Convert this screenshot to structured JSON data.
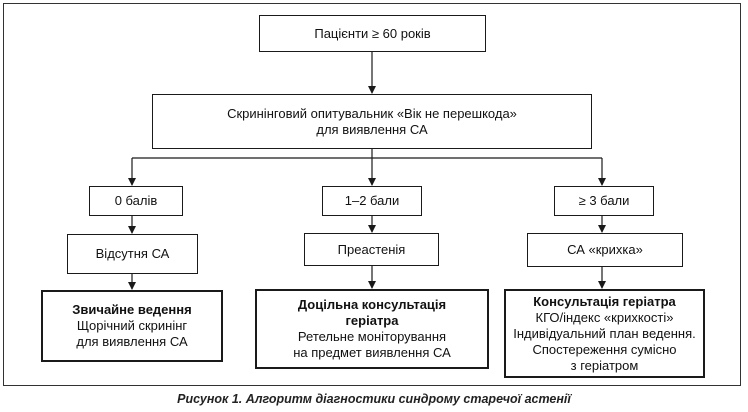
{
  "diagram": {
    "start": "Пацієнти ≥ 60 років",
    "screening": {
      "line1": "Скринінговий опитувальник «Вік не перешкода»",
      "line2": "для виявлення СА"
    },
    "branches": [
      {
        "score": "0 балів",
        "result": "Відсутня СА",
        "action": {
          "title": "Звичайне ведення",
          "lines": [
            "Щорічний скринінг",
            "для виявлення СА"
          ]
        }
      },
      {
        "score": "1–2 бали",
        "result": "Преастенія",
        "action": {
          "title_lines": [
            "Доцільна консультація",
            "геріатра"
          ],
          "lines": [
            "Ретельне моніторування",
            "на предмет виявлення СА"
          ]
        }
      },
      {
        "score": "≥ 3 бали",
        "result": "СА «крихка»",
        "action": {
          "title": "Консультація геріатра",
          "lines": [
            "КГО/індекс «крихкості»",
            "Індивідуальний план ведення.",
            "Спостереження сумісно",
            "з геріатром"
          ]
        }
      }
    ]
  },
  "caption": "Рисунок 1. Алгоритм діагностики синдрому старечої астенії"
}
